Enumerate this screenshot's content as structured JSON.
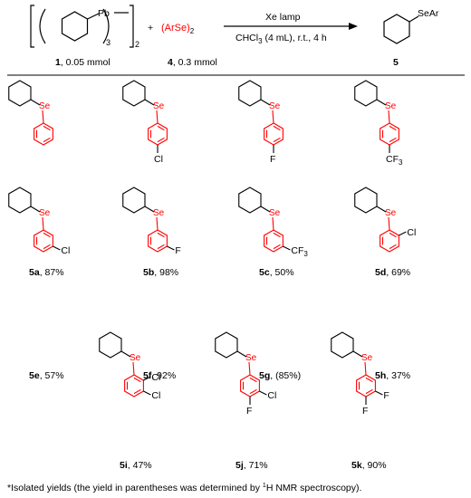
{
  "reaction": {
    "reagent1": {
      "element": "Pb",
      "ligand_count": "3",
      "dimer_count": "2",
      "label_num": "1",
      "label_rest": ", 0.05 mmol"
    },
    "plus": "+",
    "reagent2": {
      "formula_main": "(ArSe)",
      "formula_sub": "2",
      "label_num": "4",
      "label_rest": ", 0.3 mmol"
    },
    "condition_above": "Xe lamp",
    "condition_below": {
      "part1": "CHCl",
      "sub": "3",
      "part2": " (4 mL), r.t., 4 h"
    },
    "product": {
      "group": "SeAr",
      "label": "5"
    }
  },
  "colors": {
    "highlight": "#ff0000",
    "text": "#000000"
  },
  "products": [
    {
      "id": "5a",
      "yield": ", 87%",
      "substituents": []
    },
    {
      "id": "5b",
      "yield": ", 98%",
      "substituents": [
        {
          "pos": "para",
          "text": "Cl"
        }
      ]
    },
    {
      "id": "5c",
      "yield": ", 50%",
      "substituents": [
        {
          "pos": "para",
          "text": "F"
        }
      ]
    },
    {
      "id": "5d",
      "yield": ", 69%",
      "substituents": [
        {
          "pos": "para",
          "text": "CF",
          "sub": "3"
        }
      ]
    },
    {
      "id": "5e",
      "yield": ", 57%",
      "substituents": [
        {
          "pos": "meta",
          "text": "Cl"
        }
      ]
    },
    {
      "id": "5f",
      "yield": ", 92%",
      "substituents": [
        {
          "pos": "meta",
          "text": "F"
        }
      ]
    },
    {
      "id": "5g",
      "yield": ", (85%)",
      "substituents": [
        {
          "pos": "meta",
          "text": "CF",
          "sub": "3"
        }
      ]
    },
    {
      "id": "5h",
      "yield": ", 37%",
      "substituents": [
        {
          "pos": "ortho",
          "text": "Cl"
        }
      ]
    },
    {
      "id": "5i",
      "yield": ", 47%",
      "substituents": [
        {
          "pos": "ortho",
          "text": "Cl"
        },
        {
          "pos": "meta",
          "text": "Cl"
        }
      ]
    },
    {
      "id": "5j",
      "yield": ", 71%",
      "substituents": [
        {
          "pos": "meta",
          "text": "Cl"
        },
        {
          "pos": "para",
          "text": "F"
        }
      ]
    },
    {
      "id": "5k",
      "yield": ", 90%",
      "substituents": [
        {
          "pos": "meta",
          "text": "F"
        },
        {
          "pos": "para",
          "text": "F"
        }
      ]
    }
  ],
  "labels": {
    "se": "Se"
  },
  "footnote": {
    "part1": "*Isolated yields (the yield in parentheses was determined by ",
    "sup": "1",
    "part2": "H NMR spectroscopy)."
  }
}
